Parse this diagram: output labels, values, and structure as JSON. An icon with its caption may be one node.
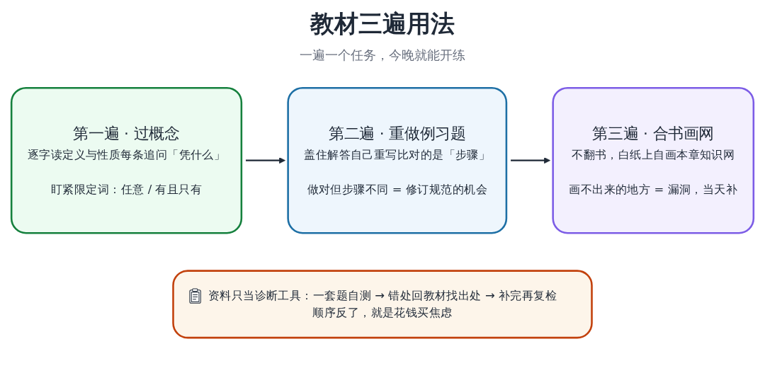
{
  "diagram": {
    "title": "教材三遍用法",
    "nodes": [
      {
        "text": [
          "第一遍 · 过概念",
          "逐字读定义与性质每条追问「凭什么」",
          "盯紧限定词：任意 / 有且只有"
        ]
      },
      {
        "text": [
          "第二遍 · 重做例习题",
          "盖住解答自己重写比对的是「步骤」",
          "做对但步骤不同 = 修订规范的机会"
        ]
      },
      {
        "text": [
          "第三遍 · 合书画网",
          "不翻书，白纸上自画本章知识网",
          "画不出来的地方 = 漏洞，当天补"
        ]
      },
      {
        "text": [
          "资料只当诊断工具：一套题自测 → 错处回教材找出处 → 补完再复检",
          "顺序反了，就是花钱买焦虑"
        ]
      }
    ],
    "edges": [
      {
        "from": 0,
        "to": 1,
        "arrow": "to"
      },
      {
        "from": 1,
        "to": 2,
        "arrow": "to"
      }
    ],
    "labels": [
      "一遍一个任务，今晚就能开练"
    ]
  }
}
